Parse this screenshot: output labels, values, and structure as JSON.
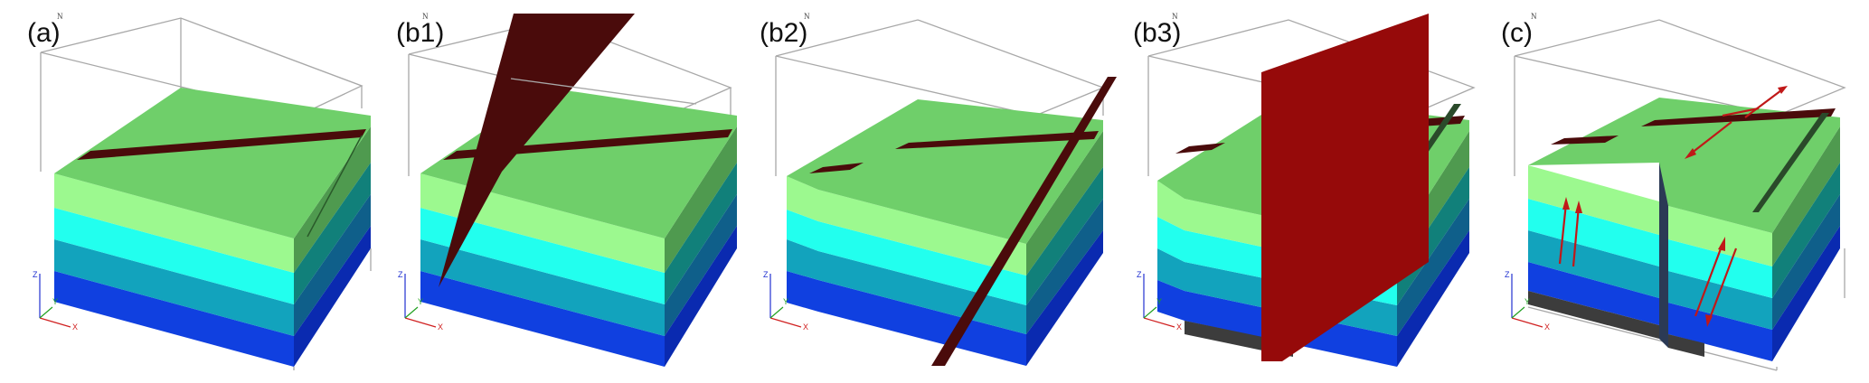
{
  "colors": {
    "top": "#6fcf6a",
    "layer1": "#9cf98f",
    "layer2": "#22ffee",
    "layer3": "#12a3bd",
    "layer4": "#1040e0",
    "side_top": "#4f9a4f",
    "side1": "#3b8a6a",
    "side2": "#11807a",
    "side3": "#0f5f8a",
    "side4": "#0a2ab0",
    "fault_dark": "#4a0b0b",
    "fault_red": "#960a0a",
    "arrow": "#c01818",
    "bbox": "#a8a8a8",
    "gray_layer": "#3c3c3c"
  },
  "axes": {
    "x": "X",
    "y": "Y",
    "z": "Z"
  },
  "north_marker": "N",
  "panels": [
    {
      "label": "(a)"
    },
    {
      "label": "(b1)"
    },
    {
      "label": "(b2)"
    },
    {
      "label": "(b3)"
    },
    {
      "label": "(c)"
    }
  ]
}
